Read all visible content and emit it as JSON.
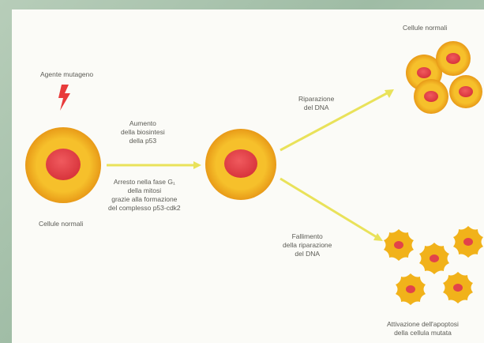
{
  "labels": {
    "mutagen_agent": "Agente mutageno",
    "normal_cells_left": "Cellule normali",
    "normal_cells_right": "Cellule normali",
    "arrow_top": [
      "Aumento",
      "della biosintesi",
      "della p53"
    ],
    "arrow_bottom": [
      "Arresto nella fase G₁",
      "della mitosi",
      "grazie alla formazione",
      "del complesso p53-cdk2"
    ],
    "repair": [
      "Riparazione",
      "del DNA"
    ],
    "repair_fail": [
      "Fallimento",
      "della riparazione",
      "del DNA"
    ],
    "apoptosis": [
      "Attivazione dell'apoptosi",
      "della cellula mutata"
    ]
  },
  "colors": {
    "cell_outer": "#f2b41c",
    "cell_ring": "#e89a18",
    "nucleus": "#e2434a",
    "arrow": "#e9e25a",
    "lightning": "#e83b3b",
    "apoptotic_cell": "#f1b21a"
  },
  "icons": {
    "mutagen": "lightning-bolt-icon"
  }
}
